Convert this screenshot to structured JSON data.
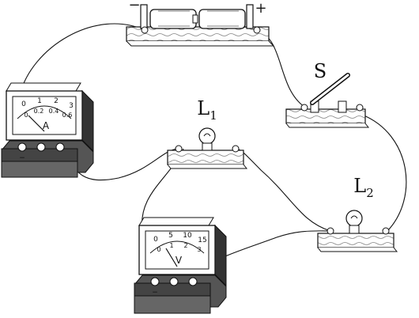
{
  "battery": {
    "minus_label": "−",
    "plus_label": "+"
  },
  "switch": {
    "label": "S"
  },
  "lamp1": {
    "label": "L",
    "subscript": "1"
  },
  "lamp2": {
    "label": "L",
    "subscript": "2"
  },
  "ammeter": {
    "unit": "A",
    "scale_top": [
      "0",
      "1",
      "2",
      "3"
    ],
    "scale_bottom": [
      "0",
      "0.2",
      "0.4",
      "0.6"
    ],
    "terminal_mark": "−"
  },
  "voltmeter": {
    "unit": "V",
    "scale_top": [
      "0",
      "5",
      "10",
      "15"
    ],
    "scale_bottom": [
      "0",
      "1",
      "2",
      "3"
    ],
    "terminal_mark": "−"
  }
}
